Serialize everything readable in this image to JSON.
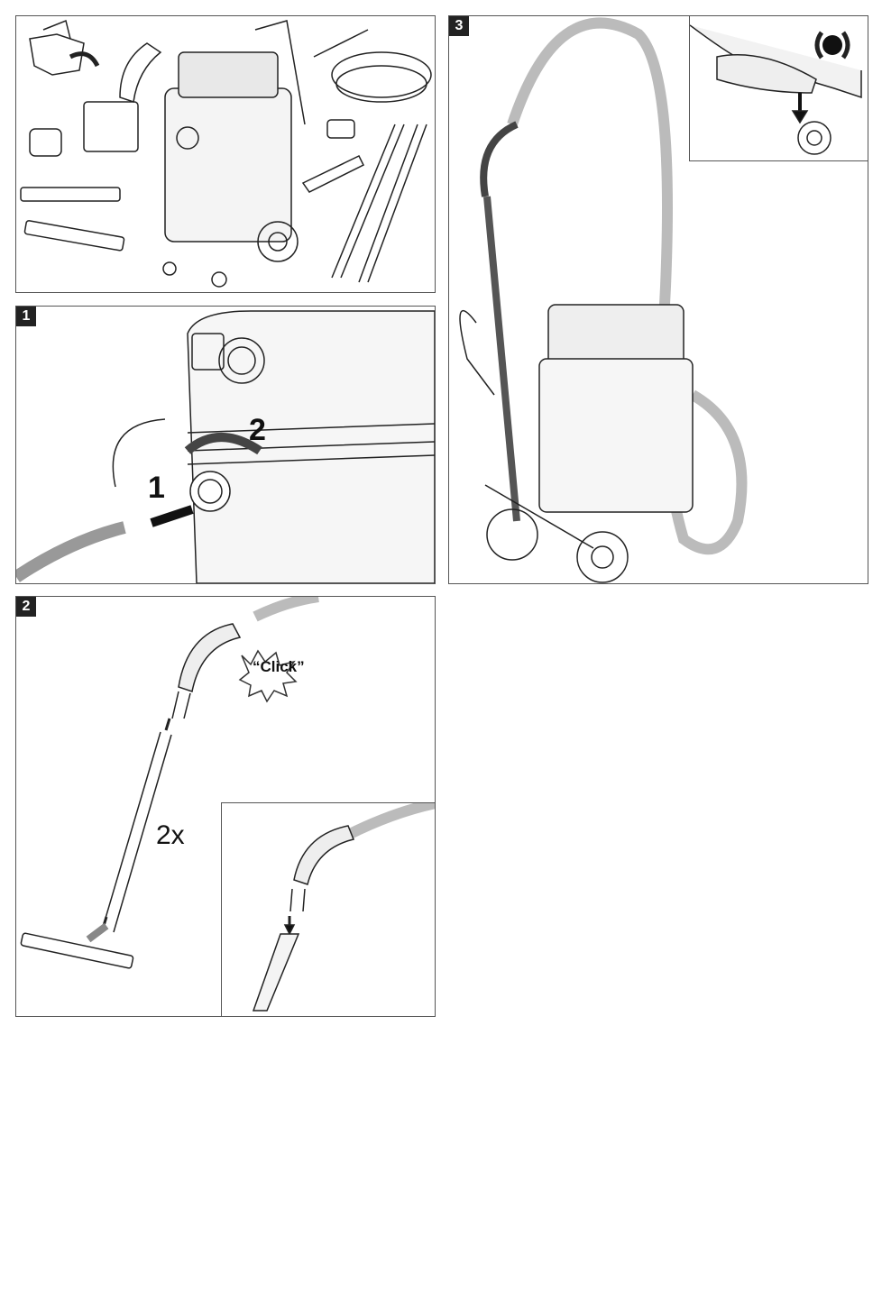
{
  "panels": {
    "contents": {
      "icon": "unpack-box-icon"
    },
    "step1": {
      "badge": "1",
      "label_push": "1",
      "label_turn": "2"
    },
    "step2": {
      "badge": "2",
      "click_text": "“Click”",
      "count_text": "2x"
    },
    "step3": {
      "badge": "3",
      "inset_icon": "brake-engaged-icon"
    }
  }
}
